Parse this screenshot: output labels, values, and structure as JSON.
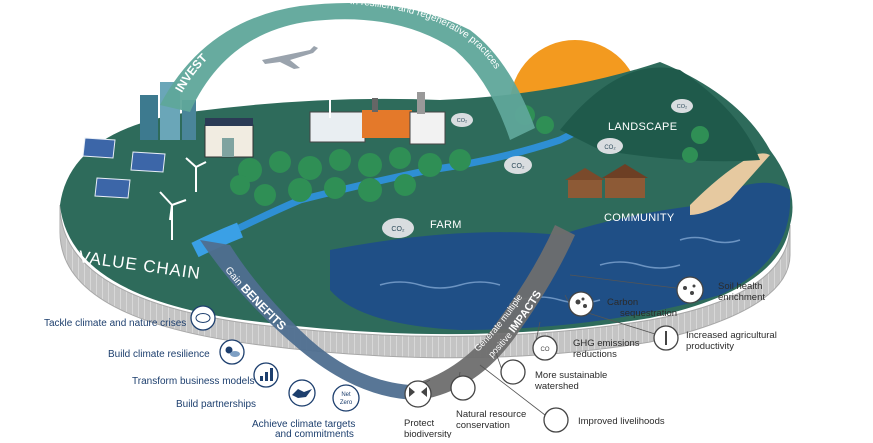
{
  "ribbons": {
    "invest_main": "INVEST",
    "invest_sub": "in resilient and regenerative practices",
    "benefits_prefix": "Gain",
    "benefits_main": "BENEFITS",
    "impacts_line1": "Generate multiple",
    "impacts_line2": "positive",
    "impacts_main": "IMPACTS"
  },
  "value_chain": "VALUE CHAIN",
  "places": {
    "farm": "FARM",
    "landscape": "LANDSCAPE",
    "community": "COMMUNITY"
  },
  "co2_marker": "CO₂",
  "benefits": [
    {
      "label": "Tackle climate and nature crises",
      "icon": "co2-cloud-icon"
    },
    {
      "label": "Build climate resilience",
      "icon": "weather-icon"
    },
    {
      "label": "Transform business models",
      "icon": "chart-icon"
    },
    {
      "label": "Build partnerships",
      "icon": "handshake-icon"
    },
    {
      "label": "Achieve climate targets",
      "label2": "and commitments",
      "icon": "net-zero-icon",
      "icon_text1": "Net",
      "icon_text2": "Zero"
    }
  ],
  "impacts": [
    {
      "label": "Soil health",
      "label2": "enrichment",
      "icon": "soil-icon"
    },
    {
      "label": "Carbon",
      "label2": "sequestration",
      "icon": "carbon-icon"
    },
    {
      "label": "Increased agricultural",
      "label2": "productivity",
      "icon": "wheat-icon"
    },
    {
      "label": "GHG emissions",
      "label2": "reductions",
      "icon": "ghg-icon",
      "icon_text": "CO"
    },
    {
      "label": "More sustainable",
      "label2": "watershed",
      "icon": "watershed-icon"
    },
    {
      "label": "Improved livelihoods",
      "icon": "livelihoods-icon"
    },
    {
      "label": "Natural resource",
      "label2": "conservation",
      "icon": "recycle-icon"
    },
    {
      "label": "Protect",
      "label2": "biodiversity",
      "icon": "butterfly-icon"
    }
  ],
  "colors": {
    "invest_ribbon": "#5fa79a",
    "benefits_ribbon": "#4f6f90",
    "impacts_ribbon": "#6e6e6e",
    "land": "#2e6b5b",
    "water": "#1f4f86",
    "sun": "#f39a1f",
    "label_blue": "#1d3f6e"
  }
}
